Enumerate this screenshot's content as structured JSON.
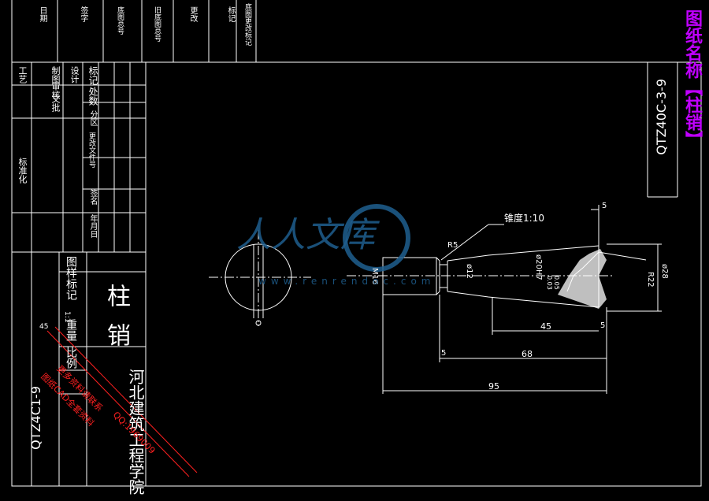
{
  "colors": {
    "background": "#000000",
    "line": "#ffffff",
    "accent": "#c000ff",
    "watermark_red": "#ff2020",
    "watermark_blue": "#1f5f8f"
  },
  "top_strip": {
    "cells": [
      "日期",
      "签字",
      "底图总号",
      "旧底图总号",
      "更改",
      "标记",
      "底图更改标记"
    ]
  },
  "side_title": {
    "drawing_name_prefix": "图纸名称【",
    "drawing_name_value": "柱销",
    "drawing_name_suffix": "】",
    "drawing_code": "QTZ40C-3-9"
  },
  "title_block": {
    "left_labels": [
      "标记",
      "处数",
      "分区",
      "更改文件号",
      "签名",
      "年月日"
    ],
    "roles": [
      "设计",
      "制图",
      "审核",
      "工艺"
    ],
    "role_extra": [
      "标准化",
      "文批"
    ],
    "stage_label": "图样标记",
    "weight_label": "重量",
    "scale_label": "比例",
    "scale_value": "1:1",
    "part_name": "柱销",
    "school": "河北建筑工程学院",
    "drawing_no": "QTZ4C1-9",
    "material": "45"
  },
  "dimensions": {
    "chamfer": "锥度1:10",
    "radius_r": "R5",
    "dia_left": "M16",
    "dia_mid": "ø12",
    "dia_20": "ø20H7",
    "dia_right": "ø28",
    "r22": "R22",
    "top5": "5",
    "len45": "45",
    "len5_right": "5",
    "len5_left": "5",
    "len68": "68",
    "len95": "95",
    "tol1": "0.03",
    "tol2": "0.05"
  },
  "watermark": {
    "logo_text": "人人文库",
    "url": "www.renrendoc.com",
    "red_lines": [
      "图纸CAD全套资料",
      "更多资料请联系",
      "QQ:1969009"
    ]
  }
}
